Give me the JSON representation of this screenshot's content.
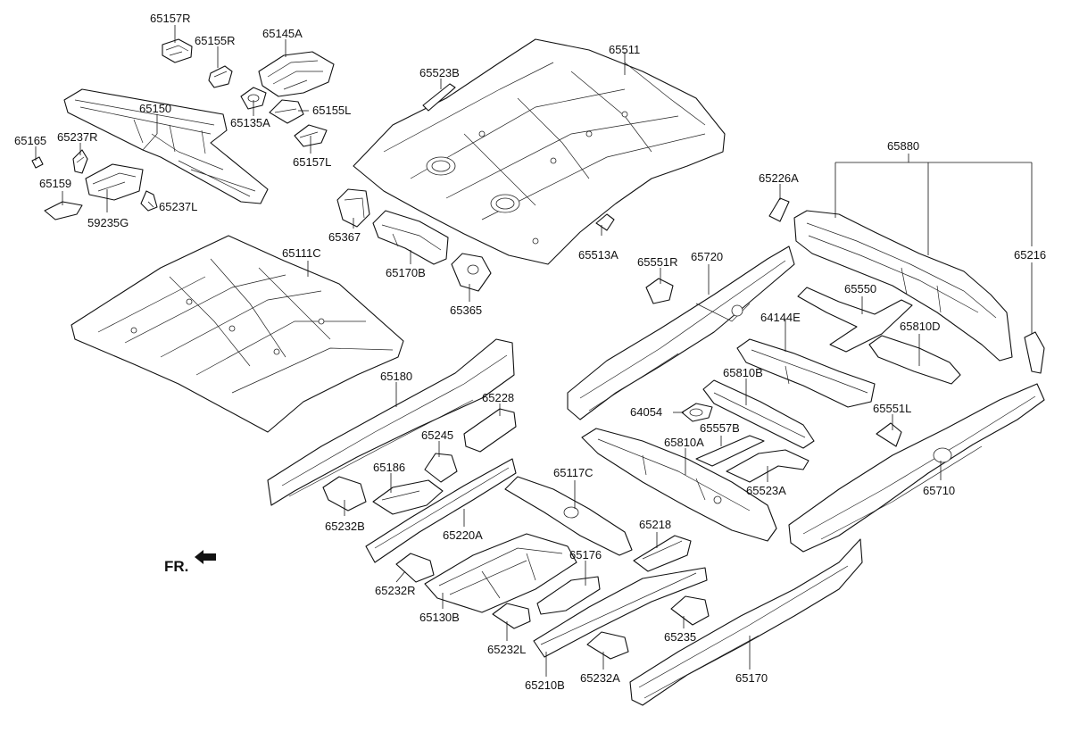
{
  "labels": {
    "p65157R": "65157R",
    "p65155R": "65155R",
    "p65145A": "65145A",
    "p65150": "65150",
    "p65135A": "65135A",
    "p65155L": "65155L",
    "p65157L": "65157L",
    "p65165": "65165",
    "p65237R": "65237R",
    "p65159": "65159",
    "p59235G": "59235G",
    "p65237L": "65237L",
    "p65523B": "65523B",
    "p65511": "65511",
    "p65367": "65367",
    "p65170B": "65170B",
    "p65365": "65365",
    "p65513A": "65513A",
    "p65880": "65880",
    "p65226A": "65226A",
    "p65216": "65216",
    "p65111C": "65111C",
    "p65551R": "65551R",
    "p65720": "65720",
    "p65550": "65550",
    "p64144E": "64144E",
    "p65810D": "65810D",
    "p65180": "65180",
    "p65228": "65228",
    "p65810B": "65810B",
    "p64054": "64054",
    "p65557B": "65557B",
    "p65551L": "65551L",
    "p65245": "65245",
    "p65186": "65186",
    "p65810A": "65810A",
    "p65117C": "65117C",
    "p65523A": "65523A",
    "p65710": "65710",
    "p65232B": "65232B",
    "p65220A": "65220A",
    "p65218": "65218",
    "p65176": "65176",
    "p65232R": "65232R",
    "p65130B": "65130B",
    "p65235": "65235",
    "p65232L": "65232L",
    "p65210B": "65210B",
    "p65232A": "65232A",
    "p65170": "65170",
    "fr": "FR."
  }
}
